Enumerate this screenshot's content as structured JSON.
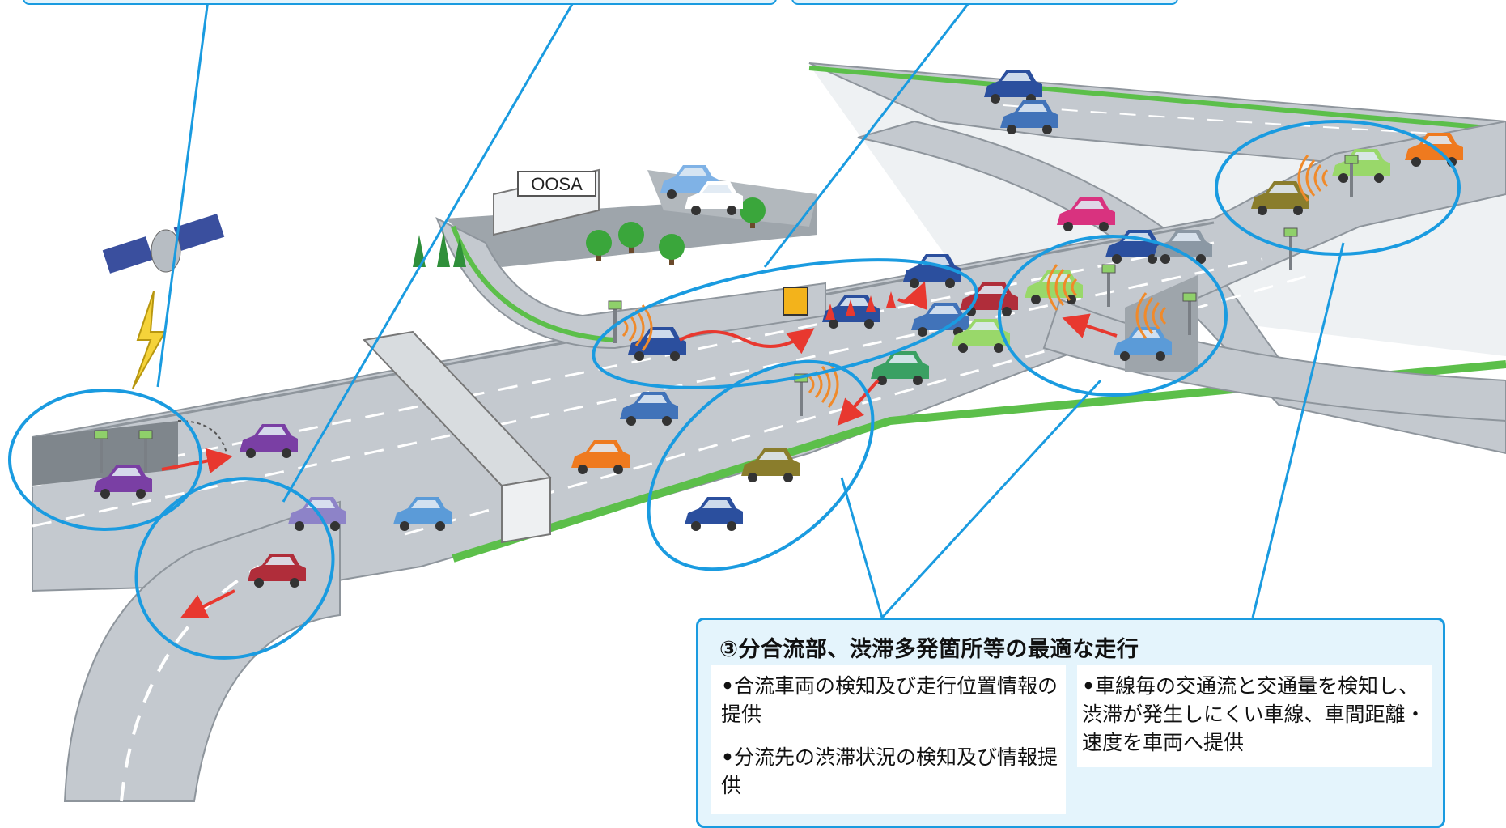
{
  "signs": {
    "oosa": "OOSA"
  },
  "info_panel": {
    "title": "③分合流部、渋滞多発箇所等の最適な走行",
    "left_items": [
      "合流車両の検知及び走行位置情報の提供",
      "分流先の渋滞状況の検知及び情報提供"
    ],
    "right_items": [
      "車線毎の交通流と交通量を検知し、渋滞が発生しにくい車線、車間距離・速度を車両へ提供"
    ],
    "bullet": "•"
  },
  "colors": {
    "callout_line": "#1a9be0",
    "panel_fill": "#e4f4fc",
    "road": "#c4c9cf",
    "road_edge": "#8e959c",
    "grass": "#5cbf4a",
    "arrow": "#e8382f"
  },
  "icons": [
    "satellite-icon",
    "lightning-icon",
    "roadside-sensor-icon",
    "car-icon",
    "tree-icon",
    "traffic-cone-icon",
    "warning-sign-icon"
  ]
}
